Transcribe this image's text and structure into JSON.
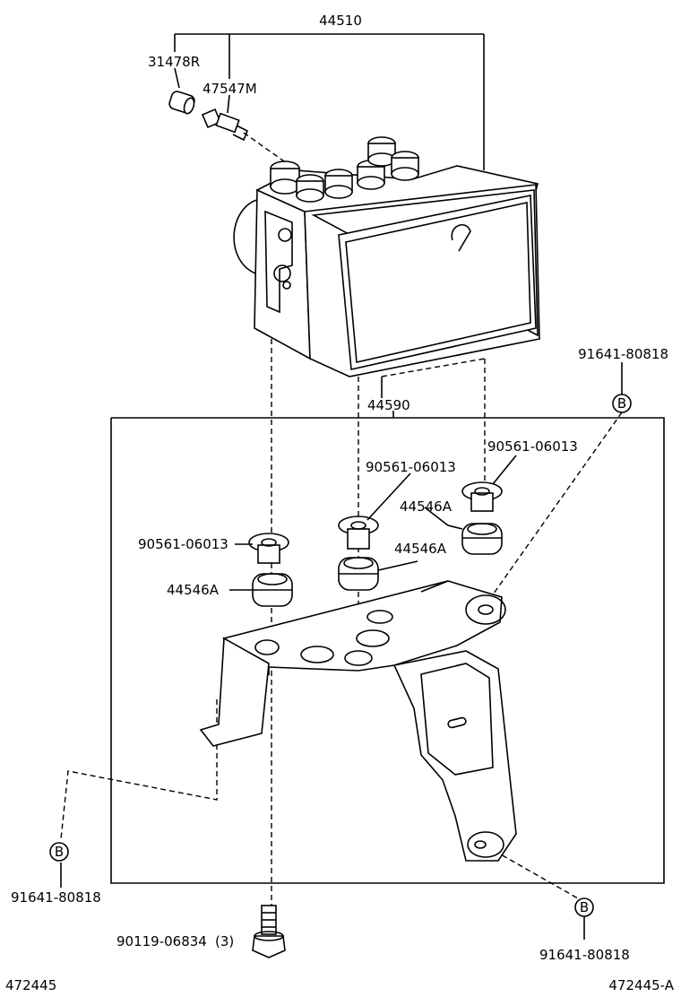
{
  "labels": {
    "assy_44510": "44510",
    "cap_31478R": "31478R",
    "valve_47547M": "47547M",
    "bracket_44590": "44590",
    "bolt_91641_top": "91641-80818",
    "bolt_91641_left": "91641-80818",
    "bolt_91641_bottom": "91641-80818",
    "collar_90561_right": "90561-06013",
    "collar_90561_mid": "90561-06013",
    "collar_90561_left": "90561-06013",
    "cushion_44546A_right": "44546A",
    "cushion_44546A_mid": "44546A",
    "cushion_44546A_left": "44546A",
    "bolt_90119": "90119-06834",
    "bolt_90119_qty": "(3)",
    "ref_B": "B",
    "footer_left": "472445",
    "footer_right": "472445-A"
  }
}
